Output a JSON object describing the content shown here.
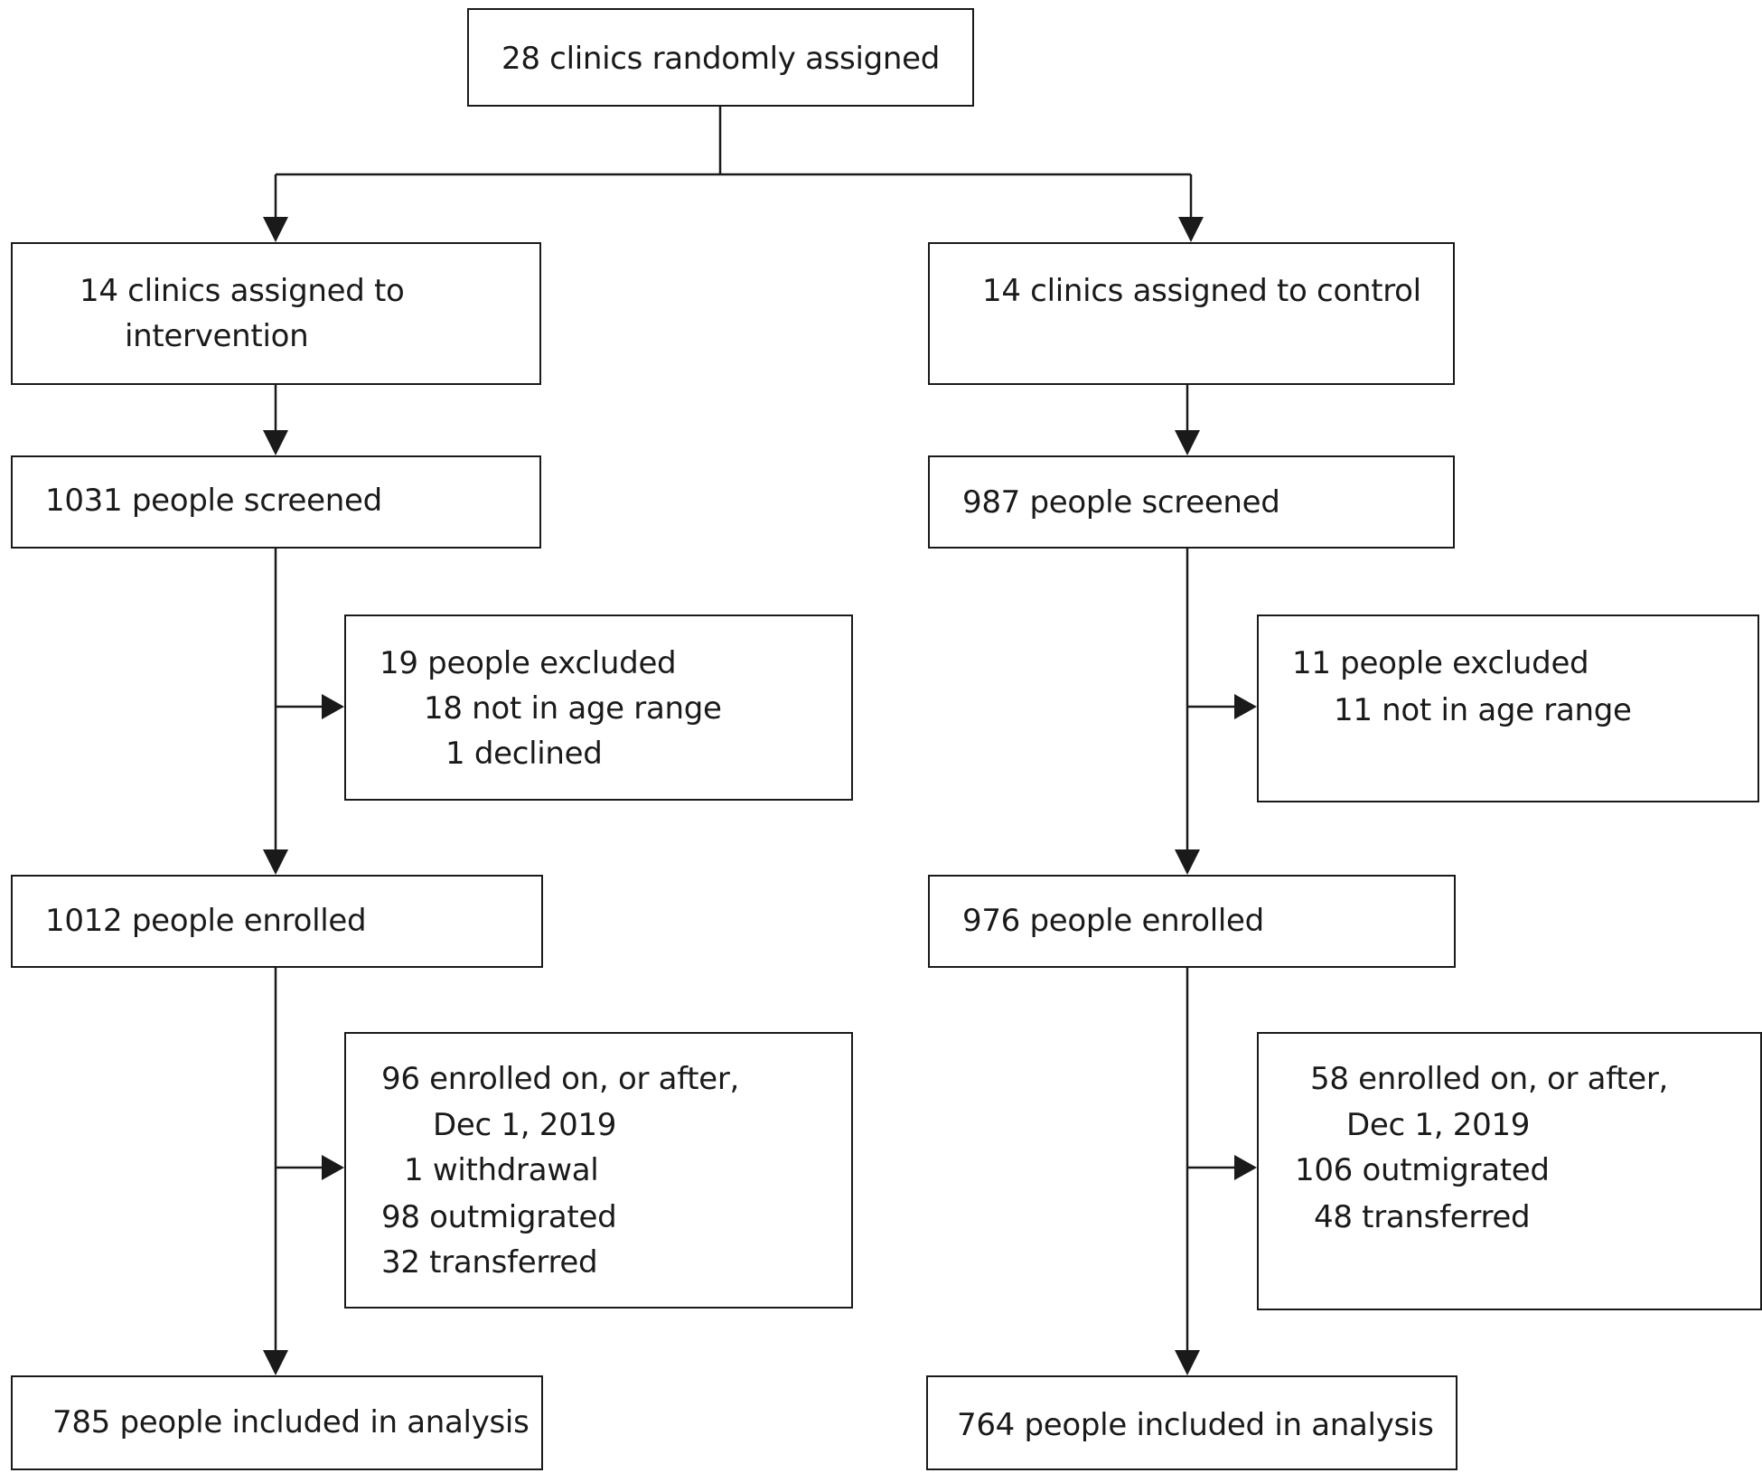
{
  "top": {
    "text": "28 clinics randomly assigned"
  },
  "intervention": {
    "assigned_line1": "14 clinics assigned to",
    "assigned_line2": "intervention",
    "screened": "1031 people screened",
    "excluded": {
      "header": "19 people excluded",
      "reason1": "18 not in age range",
      "reason2": "1 declined"
    },
    "enrolled": "1012 people enrolled",
    "removed": {
      "line1": "96 enrolled on, or after,",
      "line2": "Dec 1, 2019",
      "line3": "1 withdrawal",
      "line4": "98 outmigrated",
      "line5": "32 transferred"
    },
    "analysis": "785 people included in analysis"
  },
  "control": {
    "assigned_line1": "14 clinics assigned to control",
    "screened": "987 people screened",
    "excluded": {
      "header": "11 people excluded",
      "reason1": "11 not in age range"
    },
    "enrolled": "976 people enrolled",
    "removed": {
      "line1": "58 enrolled on, or after,",
      "line2": "Dec 1, 2019",
      "line3": "106 outmigrated",
      "line4": "48 transferred"
    },
    "analysis": "764 people included in analysis"
  }
}
